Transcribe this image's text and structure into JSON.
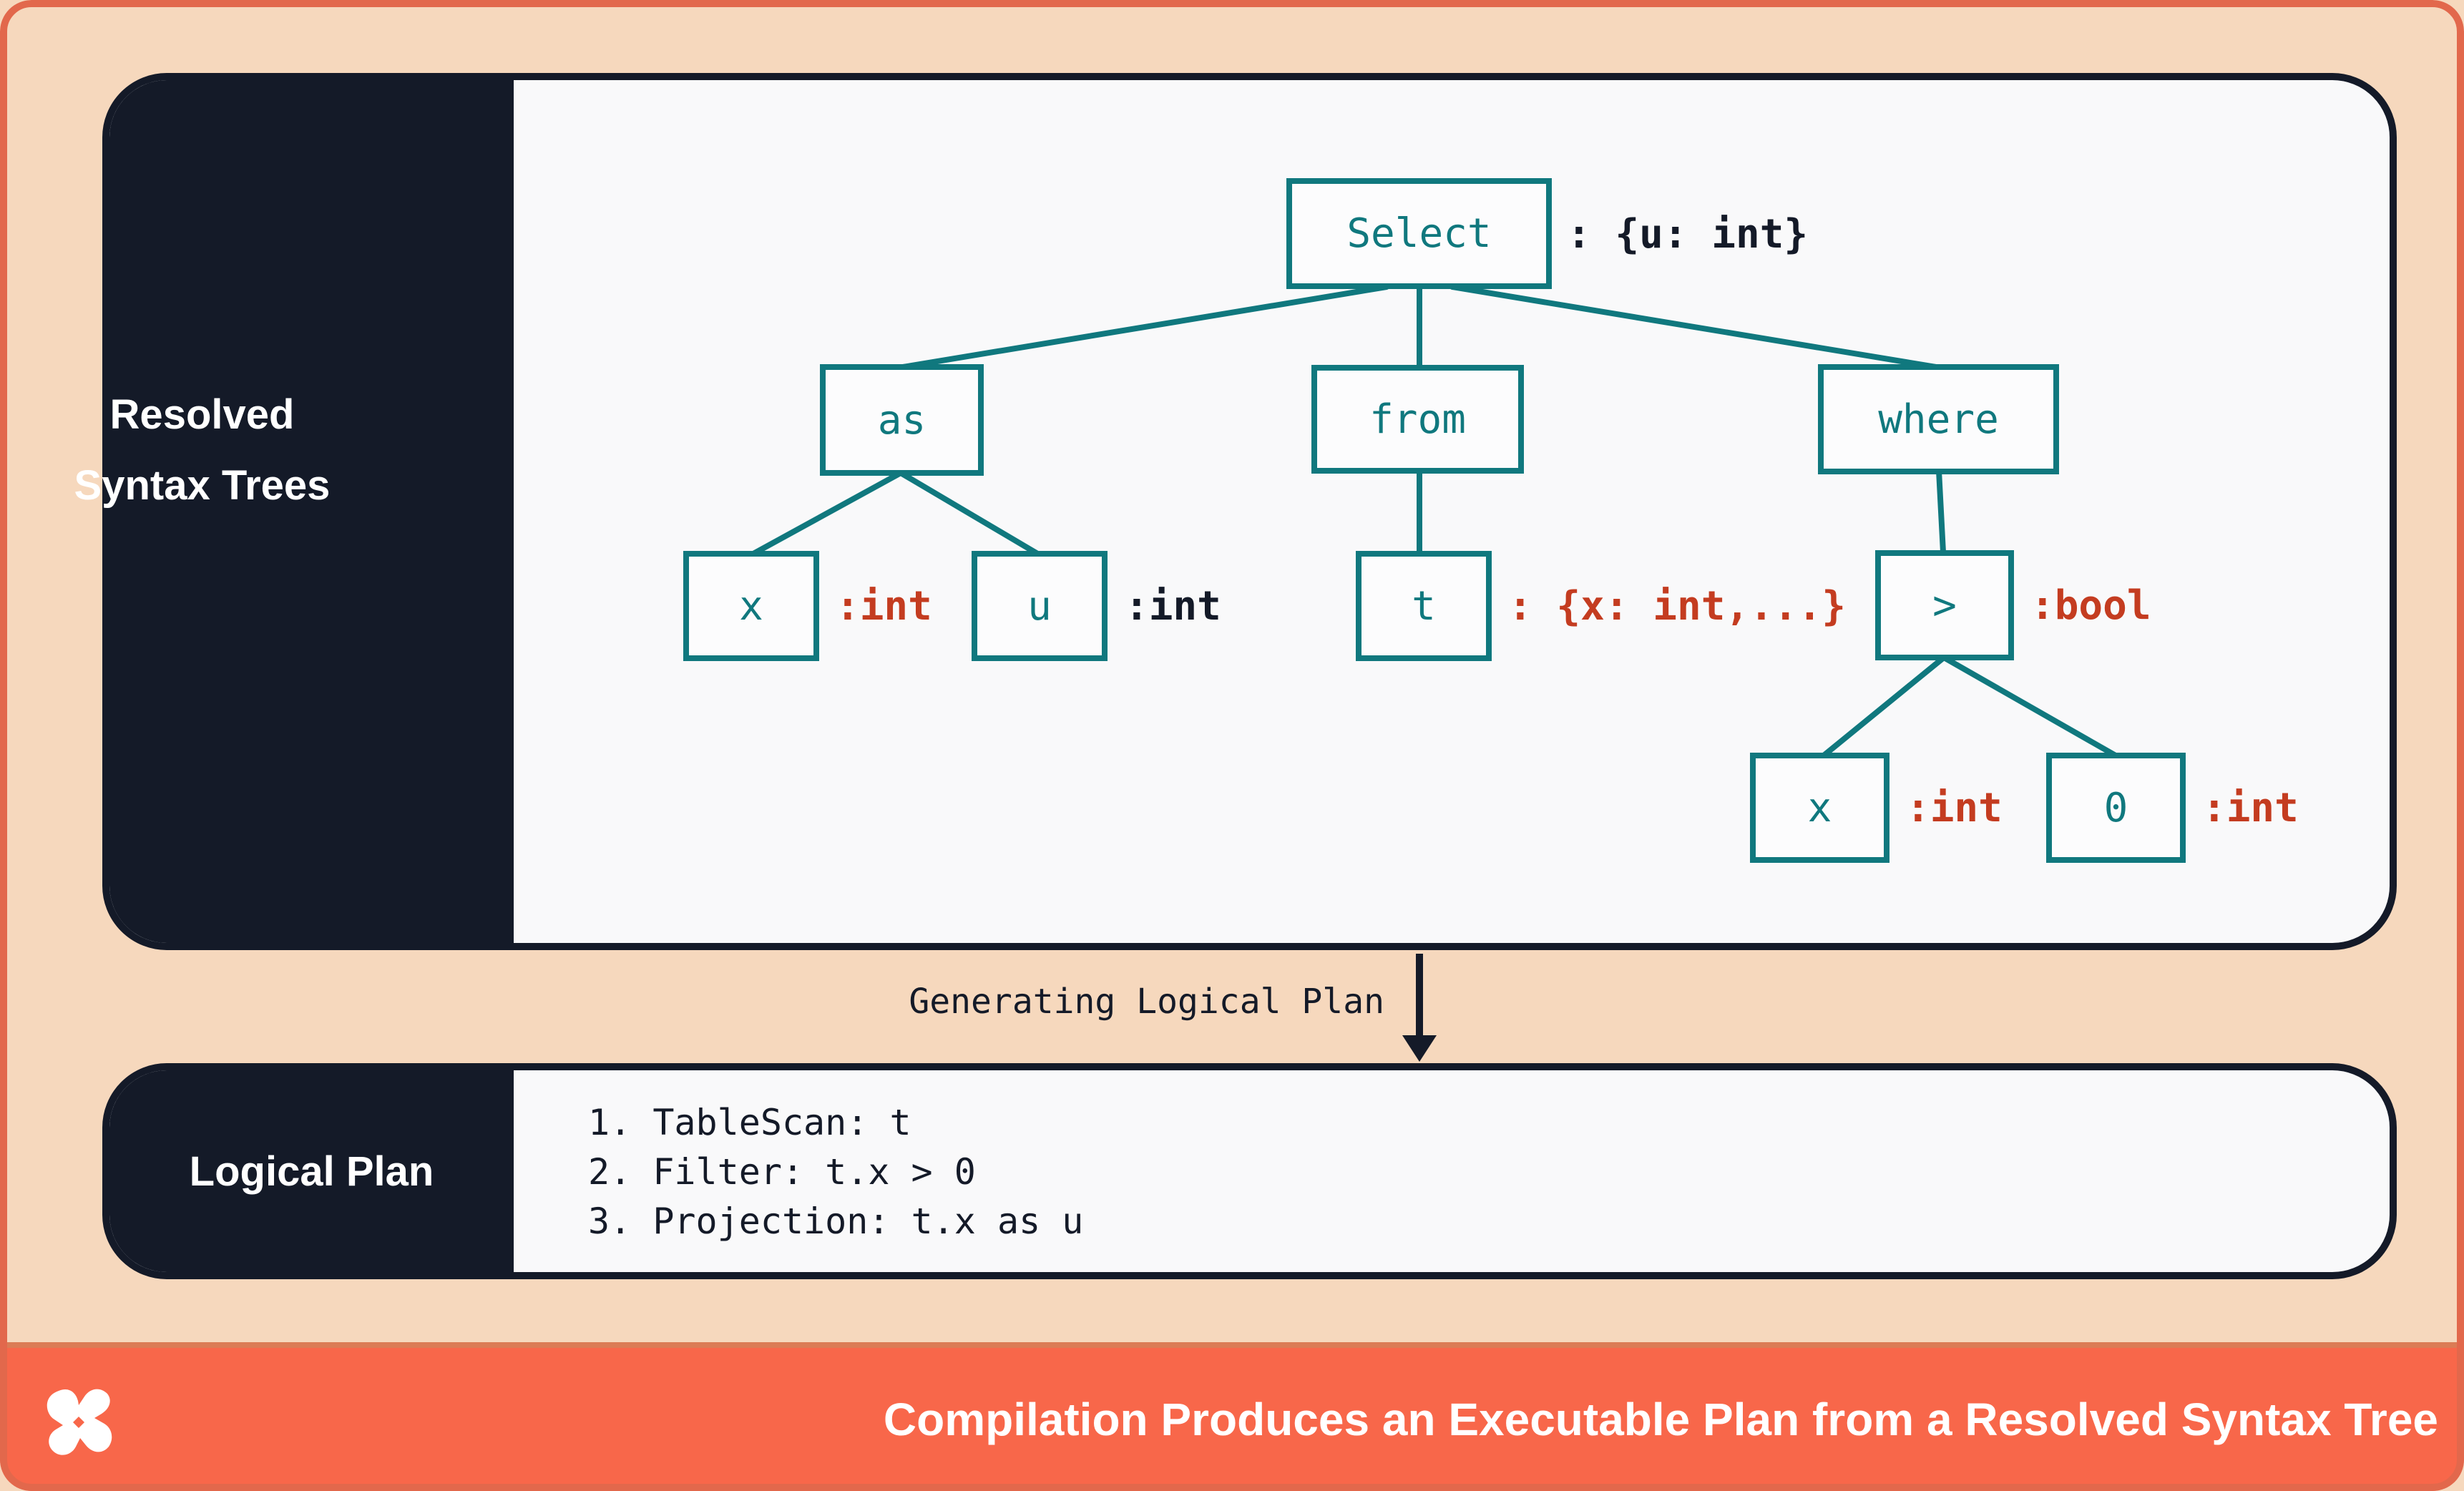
{
  "colors": {
    "frame_orange": "#e2684c",
    "peach_background": "#f6d8bd",
    "dark_navy": "#141a28",
    "panel_white": "#f9f9fa",
    "teal": "#10787e",
    "type_red": "#c43c20",
    "footer_orange": "#f8674a"
  },
  "top_panel": {
    "sidebar_label_line1": "Resolved",
    "sidebar_label_line2": "Syntax Trees"
  },
  "tree": {
    "nodes": [
      {
        "id": "select",
        "label": "Select",
        "annotation": ": {u: int}",
        "annotation_color": "navy"
      },
      {
        "id": "as",
        "label": "as"
      },
      {
        "id": "from",
        "label": "from"
      },
      {
        "id": "where",
        "label": "where"
      },
      {
        "id": "x1",
        "label": "x",
        "annotation": ":int",
        "annotation_color": "red"
      },
      {
        "id": "u",
        "label": "u",
        "annotation": ":int",
        "annotation_color": "navy"
      },
      {
        "id": "t",
        "label": "t",
        "annotation": ": {x: int,...}",
        "annotation_color": "red"
      },
      {
        "id": "gt",
        "label": ">",
        "annotation": ":bool",
        "annotation_color": "red"
      },
      {
        "id": "x2",
        "label": "x",
        "annotation": ":int",
        "annotation_color": "red"
      },
      {
        "id": "zero",
        "label": "0",
        "annotation": ":int",
        "annotation_color": "red"
      }
    ]
  },
  "transition": {
    "label": "Generating Logical Plan"
  },
  "bottom_panel": {
    "sidebar_label": "Logical Plan",
    "steps": [
      "TableScan: t",
      "Filter: t.x > 0",
      "Projection: t.x as u"
    ]
  },
  "footer": {
    "caption": "Compilation Produces an Executable Plan from a Resolved Syntax Tree",
    "logo": "x-pinwheel-logo"
  }
}
